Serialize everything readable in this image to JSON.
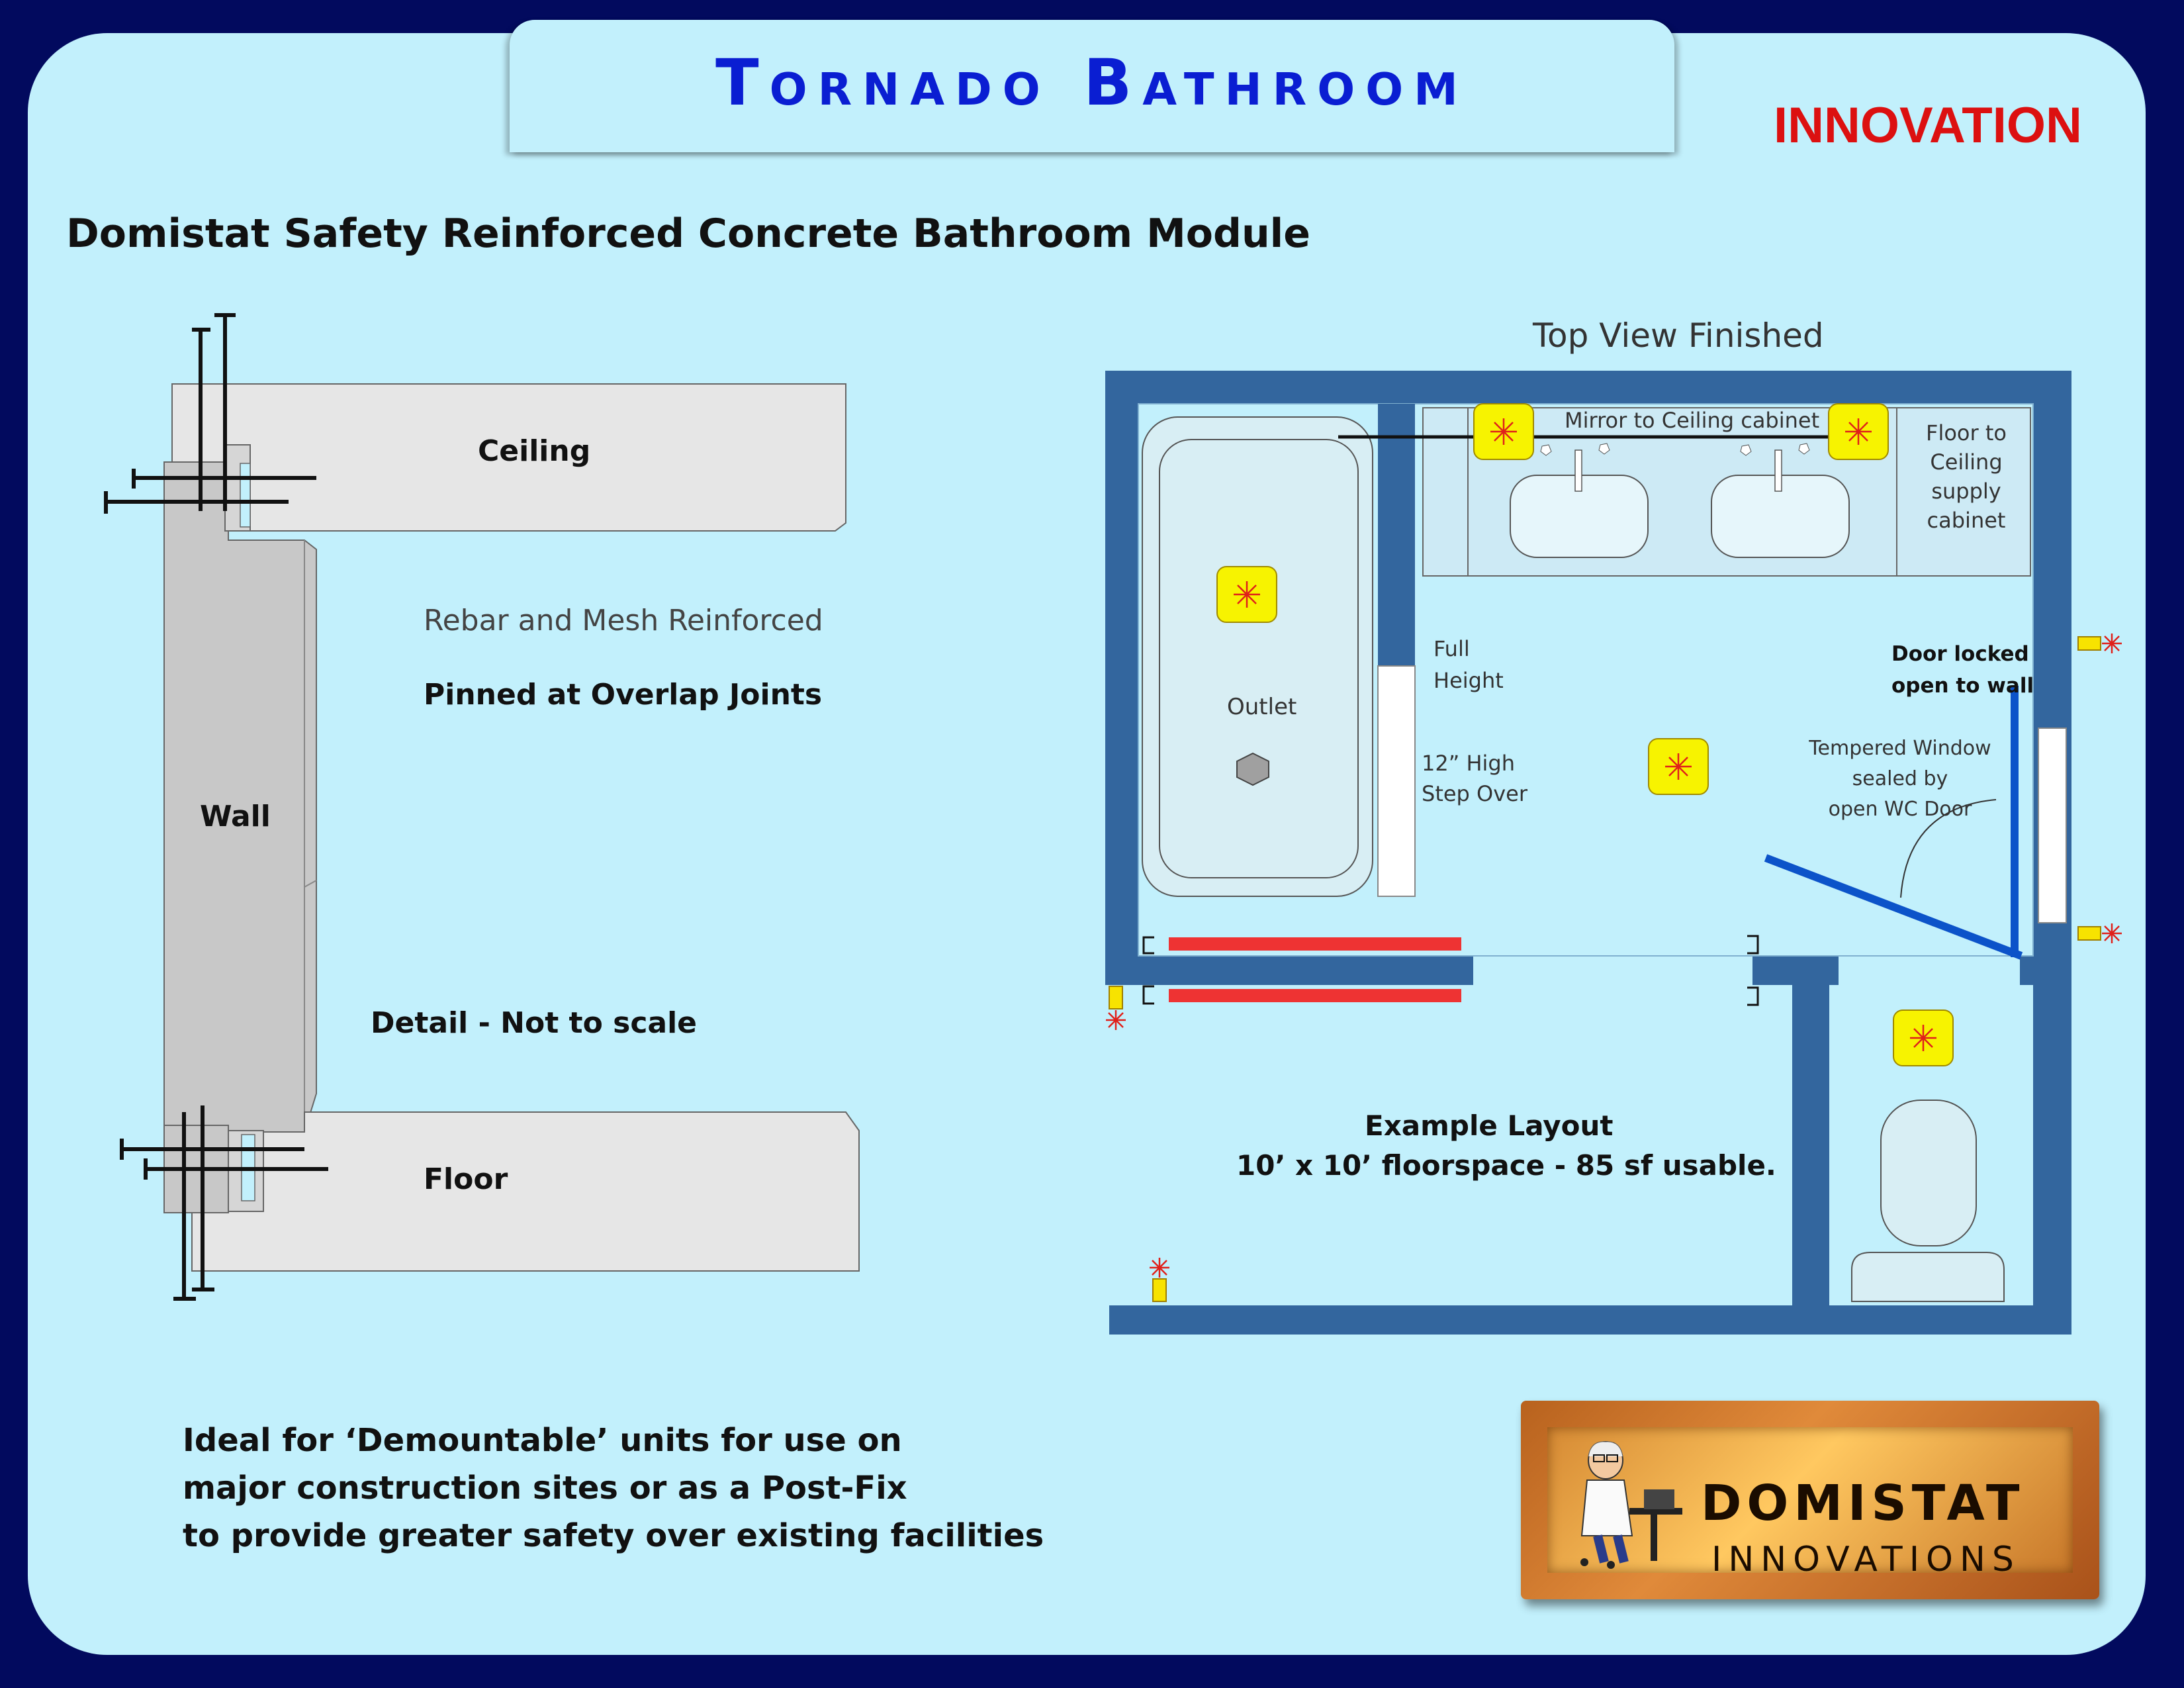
{
  "header": {
    "title": "Tornado Bathroom",
    "tag": "INNOVATION"
  },
  "subtitle": "Domistat Safety Reinforced Concrete Bathroom Module",
  "detail": {
    "ceiling": "Ceiling",
    "wall": "Wall",
    "floor": "Floor",
    "rebar": "Rebar and Mesh Reinforced",
    "pinned": "Pinned at Overlap Joints",
    "scale_note": "Detail - Not to scale"
  },
  "plan": {
    "heading": "Top View Finished",
    "mirror": "Mirror to Ceiling cabinet",
    "cabinet_lines": [
      "Floor to",
      "Ceiling",
      "supply",
      "cabinet"
    ],
    "full_height": [
      "Full",
      "Height"
    ],
    "step_over": [
      "12” High",
      "Step Over"
    ],
    "outlet": "Outlet",
    "door_locked": [
      "Door locked",
      "open to wall"
    ],
    "window_lines": [
      "Tempered Window",
      "sealed by",
      "open WC Door"
    ],
    "example_layout": "Example Layout",
    "floorspace": "10’ x 10’ floorspace - 85 sf usable."
  },
  "bottom_note": [
    "Ideal for ‘Demountable’ units for use on",
    "major construction sites or as a Post-Fix",
    "to provide greater safety over existing facilities"
  ],
  "logo": {
    "line1": "DOMISTAT",
    "line2": "INNOVATIONS"
  },
  "colors": {
    "background": "#c2f0fc",
    "frame": "#020a5e",
    "title": "#0a1ed2",
    "innovation": "#dc1010",
    "plan_wall": "#33669e",
    "door": "#0c53c9",
    "light": "#f7f300",
    "rail": "#ee3333"
  }
}
